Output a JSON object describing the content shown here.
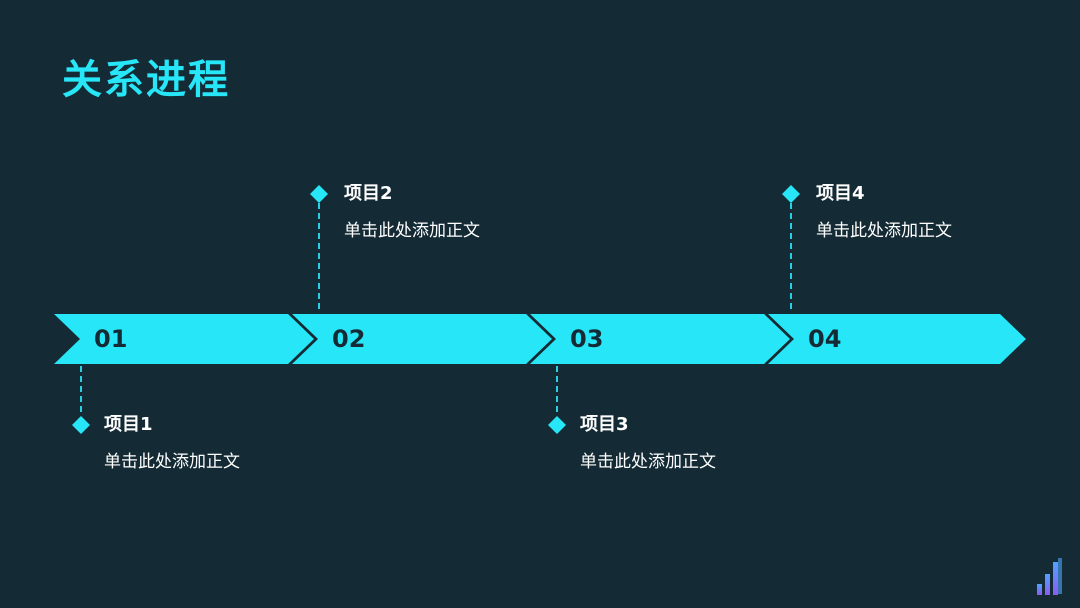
{
  "title": "关系进程",
  "colors": {
    "background": "#142b35",
    "accent": "#27e6f7",
    "text": "#ffffff",
    "dashed_line": "#27d0e3"
  },
  "steps": [
    {
      "number": "01",
      "label": "项目1",
      "text": "单击此处添加正文"
    },
    {
      "number": "02",
      "label": "项目2",
      "text": "单击此处添加正文"
    },
    {
      "number": "03",
      "label": "项目3",
      "text": "单击此处添加正文"
    },
    {
      "number": "04",
      "label": "项目4",
      "text": "单击此处添加正文"
    }
  ],
  "icons": {
    "marker": "diamond-icon",
    "logo": "bar-chart-logo-icon"
  }
}
